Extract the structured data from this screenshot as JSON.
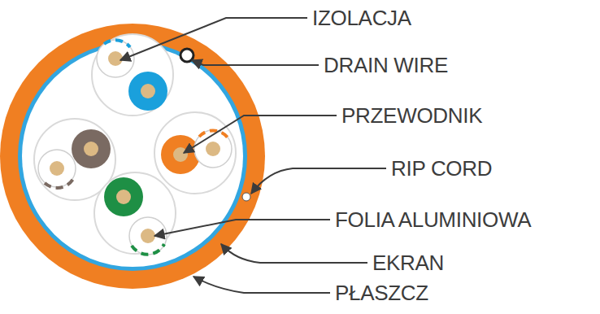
{
  "diagram": {
    "labels": [
      "IZOLACJA",
      "DRAIN WIRE",
      "PRZEWODNIK",
      "RIP CORD",
      "FOLIA ALUMINIOWA",
      "EKRAN",
      "PŁASZCZ"
    ]
  }
}
